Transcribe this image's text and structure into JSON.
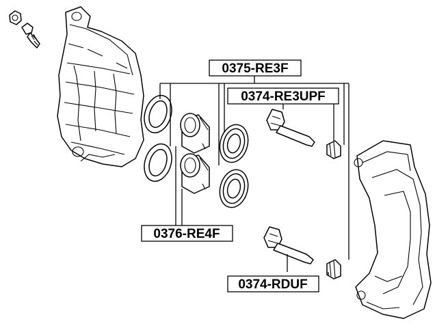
{
  "callouts": {
    "kit_main": "0375-RE3F",
    "guide_pin_upper": "0374-RE3UPF",
    "piston": "0376-RE4F",
    "guide_pin_lower": "0374-RDUF"
  },
  "icons": [
    "caliper-housing-icon",
    "bleeder-screw-icon",
    "bleeder-cap-icon",
    "seal-ring-icon",
    "piston-icon",
    "dust-boot-icon",
    "guide-pin-icon",
    "pin-boot-icon",
    "caliper-bracket-icon"
  ]
}
